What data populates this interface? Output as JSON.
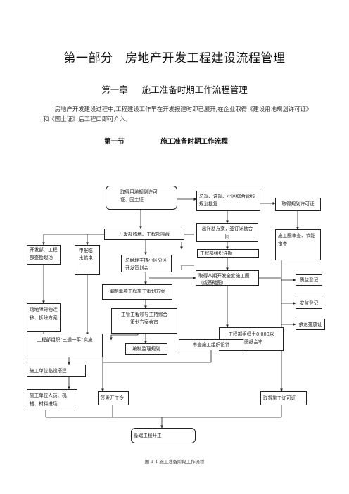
{
  "title": "第一部分　房地产开发工程建设流程管理",
  "chapter": {
    "number": "第一章",
    "name": "施工准备时期工作流程管理"
  },
  "intro": "房地产开发建设过程中,工程建设工作早在开发报建时即已展开,在企业取得《建设用地规划许可证》和《国土证》后工程口即可介入。",
  "section": {
    "number": "第一节",
    "name": "施工准备时期工作流程"
  },
  "flow": {
    "n1": "取得用地规划许可证、国土证",
    "n2": "总规、详规、小区综合管线规划批复",
    "n3": "取得规划许可证",
    "n4": "出详勘方案，签订详勘合同",
    "n5": "开发部收地、工程部围蔽",
    "n6": "施工图审查、节能审查",
    "n7": "开发部、工程部查勘现场",
    "n8": "申报临水临电",
    "n9": "总经理主持小区分区开发策划会",
    "n10": "工程部组织详勘",
    "n11": "取得本期开发全套施工图（或基础图）",
    "n12": "质监登记",
    "n13": "场地障碍物迁移、拆除方案",
    "n14": "编制单项工程施工策划方案",
    "n15": "安监登记",
    "n16": "主管工程领导主持综合策划方案会审",
    "n17": "工程部组织土0.000以下图纸会审",
    "n18": "余泥排放证",
    "n19": "工程部组织“三通一平”实施",
    "n20": "审查施工组织设计",
    "n21": "编制监理规划",
    "n22": "施工单位临设搭建",
    "n23": "施工单位人员、机械、材料进场",
    "n24": "签发开工令",
    "n25": "取得施工许可证",
    "n26": "基础工程开工"
  },
  "caption": "图 1-1 施工准备阶段工作流程"
}
